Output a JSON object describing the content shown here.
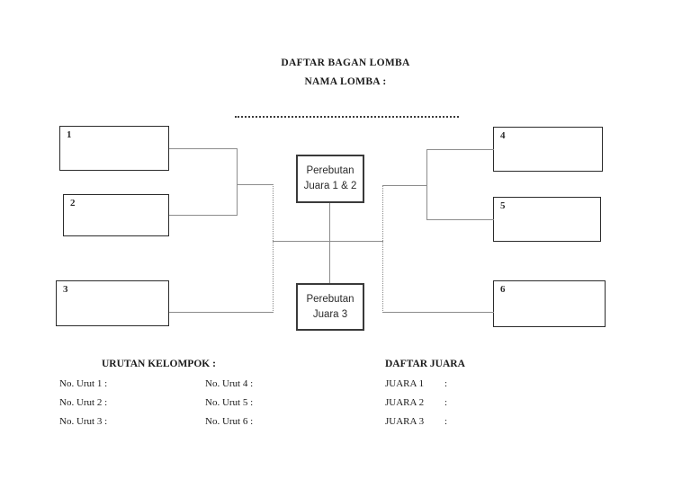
{
  "document": {
    "title_main": "DAFTAR BAGAN LOMBA",
    "title_sub": "NAMA LOMBA :"
  },
  "bracket": {
    "left_slots": [
      {
        "number": "1"
      },
      {
        "number": "2"
      },
      {
        "number": "3"
      }
    ],
    "right_slots": [
      {
        "number": "4"
      },
      {
        "number": "5"
      },
      {
        "number": "6"
      }
    ],
    "final_boxes": [
      {
        "line1": "Perebutan",
        "line2": "Juara 1 & 2"
      },
      {
        "line1": "Perebutan",
        "line2": "Juara 3"
      }
    ]
  },
  "groups": {
    "heading": "URUTAN KELOMPOK :",
    "column_left": [
      "No. Urut 1 :",
      "No. Urut 2 :",
      "No. Urut 3 :"
    ],
    "column_right": [
      "No. Urut 4 :",
      "No. Urut 5 :",
      "No. Urut 6 :"
    ]
  },
  "winners": {
    "heading": "DAFTAR JUARA",
    "rows": [
      {
        "label": "JUARA 1",
        "colon": ":",
        "value": ""
      },
      {
        "label": "JUARA 2",
        "colon": ":",
        "value": ""
      },
      {
        "label": "JUARA 3",
        "colon": ":",
        "value": ""
      }
    ]
  },
  "colors": {
    "ink": "#1a1a1a",
    "box_border": "#2b2b2b",
    "final_border": "#3a3a3a",
    "connector": "#8c8c8c",
    "page_background": "#ffffff"
  }
}
